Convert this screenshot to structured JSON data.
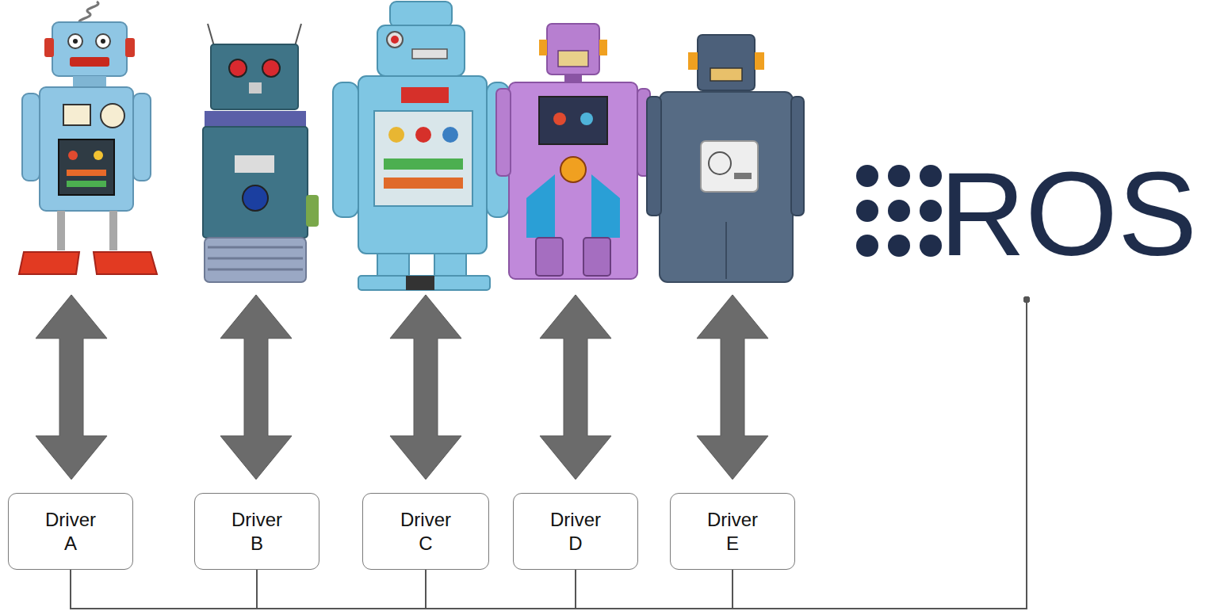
{
  "diagram": {
    "nodes": [
      {
        "text": [
          "Driver A"
        ]
      },
      {
        "text": [
          "Driver B"
        ]
      },
      {
        "text": [
          "Driver C"
        ]
      },
      {
        "text": [
          "Driver D"
        ]
      },
      {
        "text": [
          "Driver E"
        ]
      },
      {
        "text": [
          "ROS"
        ]
      }
    ],
    "edges": [
      {
        "from": 0,
        "to": 5,
        "arrow": "none"
      },
      {
        "from": 1,
        "to": 5,
        "arrow": "none"
      },
      {
        "from": 2,
        "to": 5,
        "arrow": "none"
      },
      {
        "from": 3,
        "to": 5,
        "arrow": "none"
      },
      {
        "from": 4,
        "to": 5,
        "arrow": "none"
      }
    ]
  }
}
